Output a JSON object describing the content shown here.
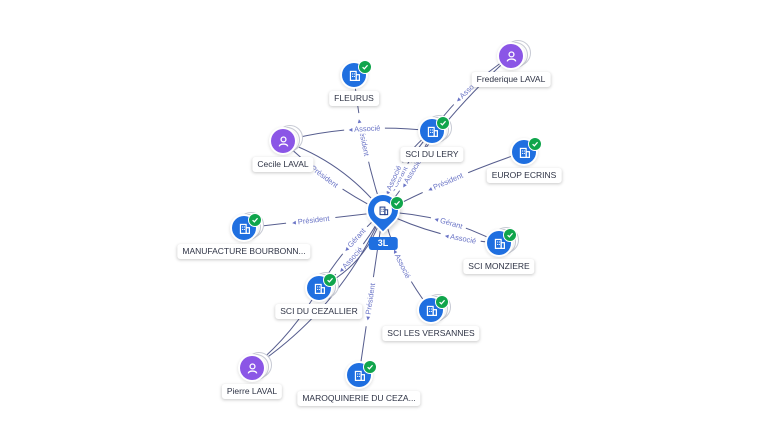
{
  "center": {
    "label": "3L",
    "icon": "building-icon",
    "verified_icon": "check-icon",
    "color": "#1f6fe0"
  },
  "nodes": [
    {
      "id": "fleurus",
      "label": "FLEURUS",
      "type": "company",
      "icon": "building-icon",
      "verified": true,
      "stacked": false
    },
    {
      "id": "frederique",
      "label": "Frederique LAVAL",
      "type": "person",
      "icon": "person-icon",
      "verified": false,
      "stacked": true
    },
    {
      "id": "cecile",
      "label": "Cecile LAVAL",
      "type": "person",
      "icon": "person-icon",
      "verified": false,
      "stacked": true
    },
    {
      "id": "scidulery",
      "label": "SCI DU LERY",
      "type": "company",
      "icon": "building-icon",
      "verified": true,
      "stacked": true
    },
    {
      "id": "europ",
      "label": "EUROP ECRINS",
      "type": "company",
      "icon": "building-icon",
      "verified": true,
      "stacked": false
    },
    {
      "id": "manufacture",
      "label": "MANUFACTURE BOURBONN...",
      "type": "company",
      "icon": "building-icon",
      "verified": true,
      "stacked": true
    },
    {
      "id": "monziere",
      "label": "SCI MONZIERE",
      "type": "company",
      "icon": "building-icon",
      "verified": true,
      "stacked": true
    },
    {
      "id": "cezallier",
      "label": "SCI DU CEZALLIER",
      "type": "company",
      "icon": "building-icon",
      "verified": true,
      "stacked": true
    },
    {
      "id": "versannes",
      "label": "SCI LES VERSANNES",
      "type": "company",
      "icon": "building-icon",
      "verified": true,
      "stacked": true
    },
    {
      "id": "pierre",
      "label": "Pierre LAVAL",
      "type": "person",
      "icon": "person-icon",
      "verified": false,
      "stacked": true
    },
    {
      "id": "maroquinerie",
      "label": "MAROQUINERIE DU CEZA...",
      "type": "company",
      "icon": "building-icon",
      "verified": true,
      "stacked": false
    }
  ],
  "edges": [
    {
      "from": "fleurus",
      "to": "center",
      "label": "Président"
    },
    {
      "from": "cecile",
      "to": "scidulery",
      "label": "Associé"
    },
    {
      "from": "cecile",
      "to": "center",
      "label": "Président"
    },
    {
      "from": "cecile",
      "to": "center",
      "label": ""
    },
    {
      "from": "frederique",
      "to": "scidulery",
      "label": "Associé"
    },
    {
      "from": "frederique",
      "to": "center",
      "label": "Gérant"
    },
    {
      "from": "scidulery",
      "to": "center",
      "label": "Gérant"
    },
    {
      "from": "scidulery",
      "to": "center",
      "label": "Associé"
    },
    {
      "from": "scidulery",
      "to": "center",
      "label": "Associé"
    },
    {
      "from": "europ",
      "to": "center",
      "label": "Président"
    },
    {
      "from": "manufacture",
      "to": "center",
      "label": "Président"
    },
    {
      "from": "center",
      "to": "monziere",
      "label": "Gérant"
    },
    {
      "from": "center",
      "to": "monziere",
      "label": "Associé"
    },
    {
      "from": "center",
      "to": "cezallier",
      "label": "Associé"
    },
    {
      "from": "center",
      "to": "cezallier",
      "label": "Gérant"
    },
    {
      "from": "cezallier",
      "to": "center",
      "label": ""
    },
    {
      "from": "center",
      "to": "versannes",
      "label": "Associé"
    },
    {
      "from": "pierre",
      "to": "center",
      "label": ""
    },
    {
      "from": "pierre",
      "to": "cezallier",
      "label": ""
    },
    {
      "from": "maroquinerie",
      "to": "center",
      "label": "Président"
    }
  ],
  "colors": {
    "company": "#1f6fe0",
    "person": "#8b56e6",
    "verified": "#10a54c",
    "edge": "#565d8e",
    "edge_label": "#6a74c6"
  }
}
